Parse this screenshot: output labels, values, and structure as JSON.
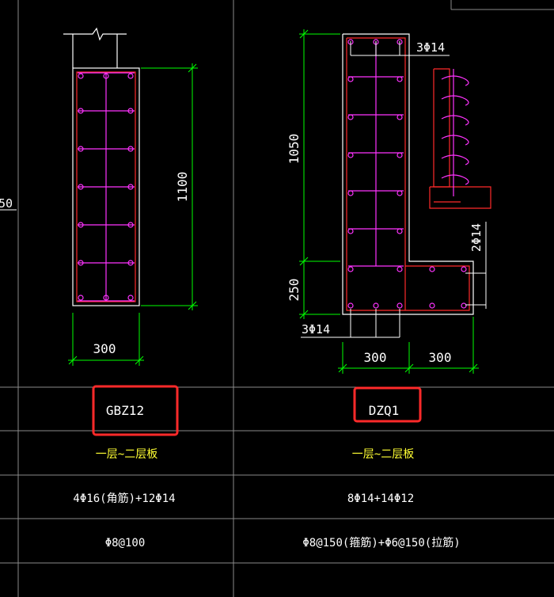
{
  "colors": {
    "background": "#000000",
    "grid": "#8a8a8a",
    "outline": "#ffffff",
    "dimension": "#00ff00",
    "rebar": "#ff2a2a",
    "stirrup": "#ff33ff",
    "highlight": "#ff2a2a",
    "floor_text": "#ffff33",
    "text": "#ffffff"
  },
  "left_margin_label": "50",
  "columns": [
    {
      "id": "GBZ12",
      "name": "GBZ12",
      "dim_width": "300",
      "dim_height": "1100",
      "floor_range": "一层~二层板",
      "longitudinal_rebar": "4Φ16(角筋)+12Φ14",
      "stirrups": "Φ8@100"
    },
    {
      "id": "DZQ1",
      "name": "DZQ1",
      "dim_top_bar": "3Φ14",
      "dim_side_bar": "2Φ14",
      "dim_bottom_bar": "3Φ14",
      "dim_height_upper": "1050",
      "dim_height_lower": "250",
      "dim_width_left": "300",
      "dim_width_right": "300",
      "floor_range": "一层~二层板",
      "longitudinal_rebar": "8Φ14+14Φ12",
      "stirrups": "Φ8@150(箍筋)+Φ6@150(拉筋)"
    }
  ]
}
